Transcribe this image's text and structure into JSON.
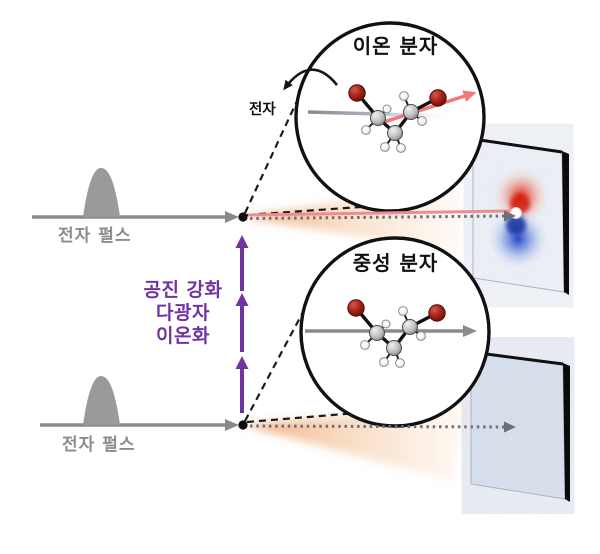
{
  "figure": {
    "background": "#ffffff",
    "beam_top": {
      "label": "전자 펄스"
    },
    "beam_bottom": {
      "label": "전자 펄스"
    },
    "ionization": {
      "line1": "공진 강화",
      "line2": "다광자",
      "line3": "이온화",
      "color": "#7133a0"
    },
    "inset_ion": {
      "title": "이온 분자",
      "electron_label": "전자",
      "ion_arrow_color": "#f4767b"
    },
    "inset_neutral": {
      "title": "중성 분자"
    },
    "colors": {
      "beam_gray": "#8a8a8a",
      "scatter_cone": "#f0b58b",
      "bromine": "#8e1a12",
      "carbon": "#c2c2c2",
      "hydrogen": "#ffffff",
      "detector_red": "#e02814",
      "detector_blue": "#2244c0"
    }
  }
}
